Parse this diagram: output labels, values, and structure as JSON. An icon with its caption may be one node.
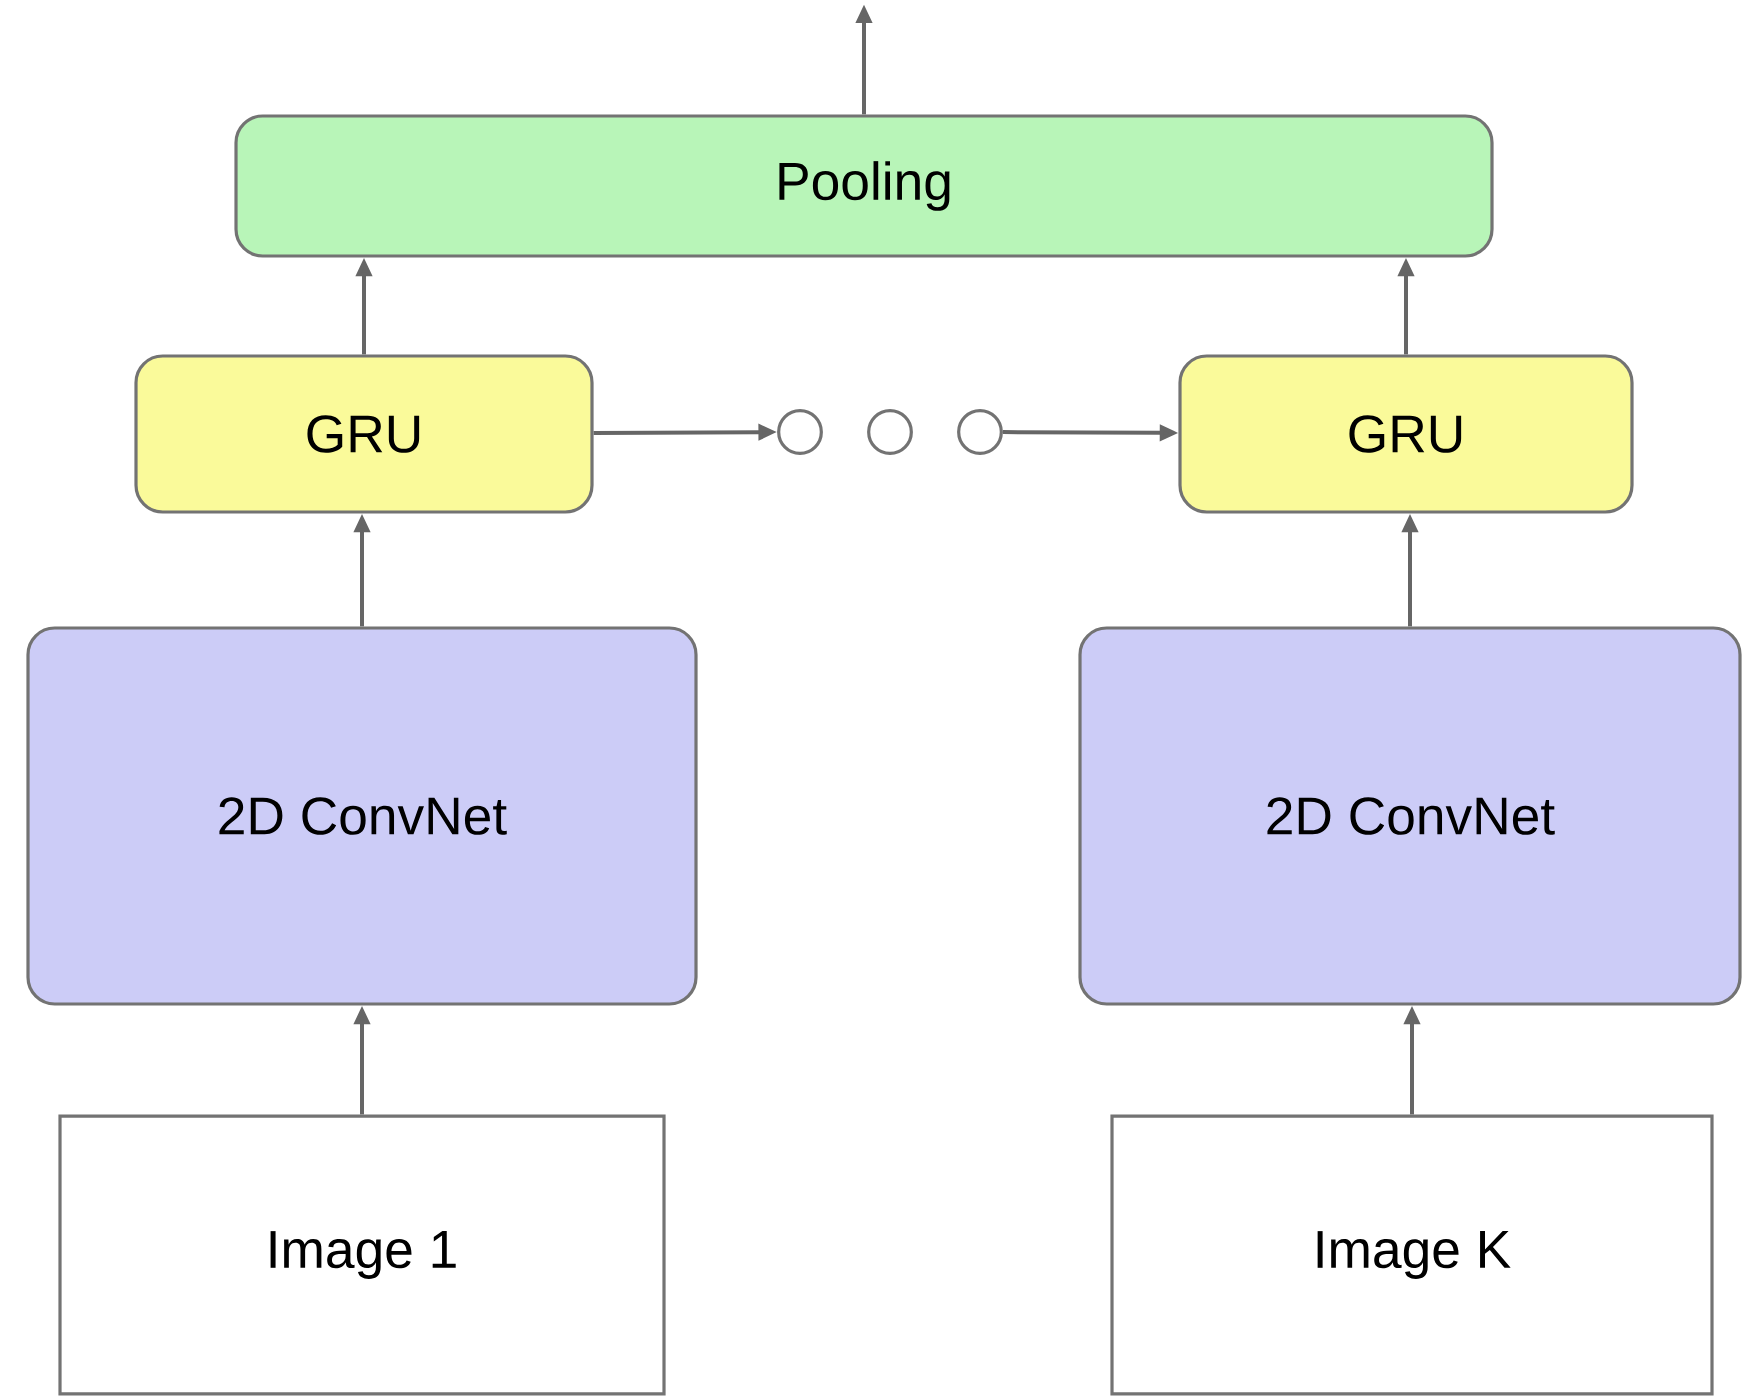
{
  "diagram": {
    "nodes": [
      {
        "text": [
          "Pooling"
        ]
      },
      {
        "text": [
          "GRU"
        ]
      },
      {
        "text": [
          "GRU"
        ]
      },
      {
        "text": [
          "2D ConvNet"
        ]
      },
      {
        "text": [
          "2D ConvNet"
        ]
      },
      {
        "text": [
          "Image 1"
        ]
      },
      {
        "text": [
          "Image K"
        ]
      },
      {
        "text": [],
        "shape": "circle"
      },
      {
        "text": [],
        "shape": "circle"
      },
      {
        "text": [],
        "shape": "circle"
      }
    ],
    "edges": [
      {
        "from": 5,
        "to": 3,
        "arrow": "to"
      },
      {
        "from": 6,
        "to": 4,
        "arrow": "to"
      },
      {
        "from": 3,
        "to": 1,
        "arrow": "to"
      },
      {
        "from": 4,
        "to": 2,
        "arrow": "to"
      },
      {
        "from": 1,
        "to": 0,
        "arrow": "to"
      },
      {
        "from": 2,
        "to": 0,
        "arrow": "to"
      },
      {
        "from": 1,
        "to": 7,
        "arrow": "to"
      },
      {
        "from": 9,
        "to": 2,
        "arrow": "to"
      },
      {
        "from": 0,
        "to": null,
        "arrow": "to"
      }
    ]
  }
}
